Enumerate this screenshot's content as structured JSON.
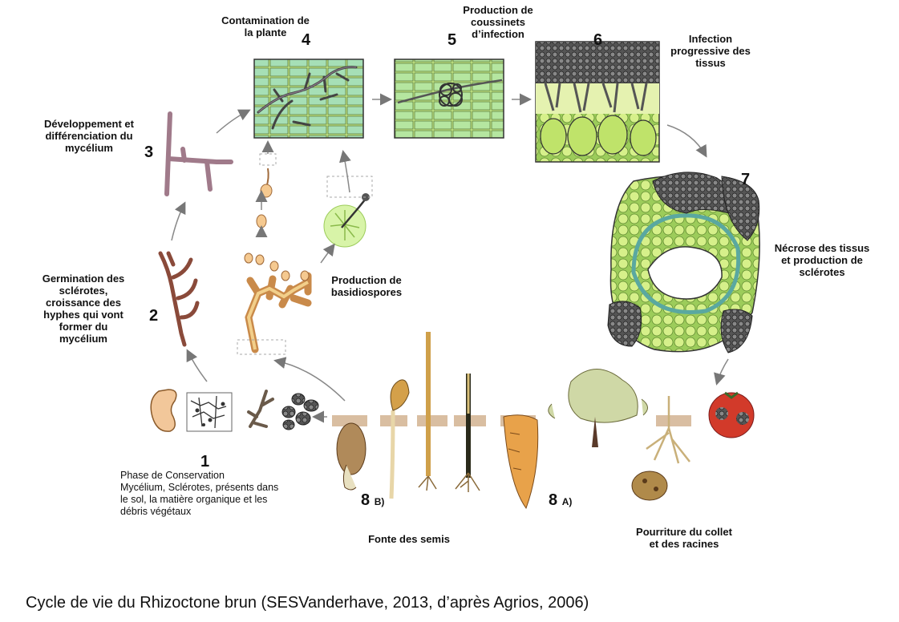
{
  "stages": {
    "s1": {
      "num": "1",
      "text": "Phase de Conservation\nMycélium, Sclérotes, présents dans\nle sol, la matière organique et les\ndébris végétaux"
    },
    "s2": {
      "num": "2",
      "text": "Germination des\nsclérotes,\ncroissance des\nhyphes qui vont\nformer du\nmycélium"
    },
    "s3": {
      "num": "3",
      "text": "Développement et\ndifférenciation du\nmycélium"
    },
    "s4": {
      "num": "4",
      "text": "Contamination de\nla plante"
    },
    "s5": {
      "num": "5",
      "text": "Production de\ncoussinets\nd’infection"
    },
    "s6": {
      "num": "6",
      "text": "Infection\nprogressive des\ntissus"
    },
    "s7": {
      "num": "7",
      "text": "Nécrose des tissus\net production de\nsclérotes"
    },
    "s8a": {
      "num": "8",
      "sub": "A)"
    },
    "s8b": {
      "num": "8",
      "sub": "B)"
    },
    "basidio": {
      "text": "Production de\nbasidiospores"
    },
    "fonte": {
      "text": "Fonte des semis"
    },
    "pourriture": {
      "text": "Pourriture du collet\net des racines"
    }
  },
  "caption": "Cycle de vie du Rhizoctone brun (SESVanderhave, 2013, d’après Agrios, 2006)",
  "colors": {
    "tissue_green": "#c9ec8a",
    "cell_cyan": "#9fd9c4",
    "hypha_brown": "#7a5a3a",
    "sclerotia_dark": "#3a3a3a",
    "soil": "#b58a5e",
    "carrot": "#e8a24a",
    "tomato": "#d23a2a",
    "arrow": "#777777"
  }
}
